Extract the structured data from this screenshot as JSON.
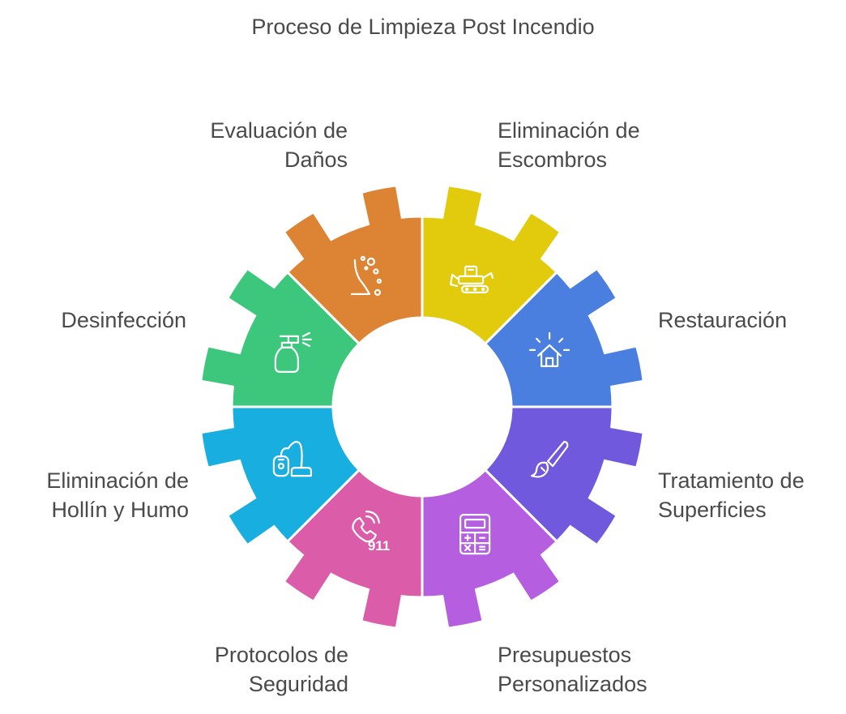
{
  "title": "Proceso de Limpieza Post Incendio",
  "segments": [
    {
      "id": "eliminacion-escombros",
      "lines": [
        "Eliminación de",
        "Escombros"
      ],
      "color": "#E2CB0C",
      "icon": "bulldozer-icon"
    },
    {
      "id": "restauracion",
      "lines": [
        "Restauración"
      ],
      "color": "#4A7FE0",
      "icon": "house-icon"
    },
    {
      "id": "tratamiento-superficies",
      "lines": [
        "Tratamiento de",
        "Superficies"
      ],
      "color": "#7059DC",
      "icon": "paintbrush-icon"
    },
    {
      "id": "presupuestos-personalizados",
      "lines": [
        "Presupuestos",
        "Personalizados"
      ],
      "color": "#B55EE0",
      "icon": "calculator-icon"
    },
    {
      "id": "protocolos-seguridad",
      "lines": [
        "Protocolos de",
        "Seguridad"
      ],
      "color": "#DB5CA8",
      "icon": "phone-911-icon",
      "icon_text": "911"
    },
    {
      "id": "eliminacion-hollin",
      "lines": [
        "Eliminación de",
        "Hollín y Humo"
      ],
      "color": "#18AEE0",
      "icon": "vacuum-icon"
    },
    {
      "id": "desinfeccion",
      "lines": [
        "Desinfección"
      ],
      "color": "#3DC77C",
      "icon": "spray-bottle-icon"
    },
    {
      "id": "evaluacion-danos",
      "lines": [
        "Evaluación de",
        "Daños"
      ],
      "color": "#DD8334",
      "icon": "debris-icon"
    }
  ]
}
